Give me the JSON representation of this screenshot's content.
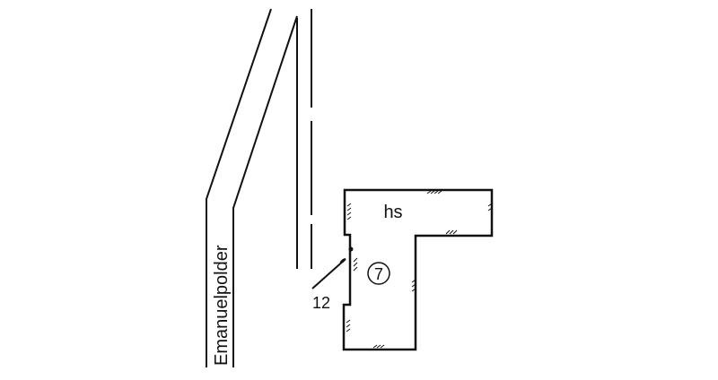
{
  "labels": {
    "street": "Emanuelpolder",
    "building_code": "hs",
    "lot_number": "7",
    "pointer_number": "12"
  },
  "colors": {
    "ink": "#111111",
    "background": "#ffffff"
  }
}
